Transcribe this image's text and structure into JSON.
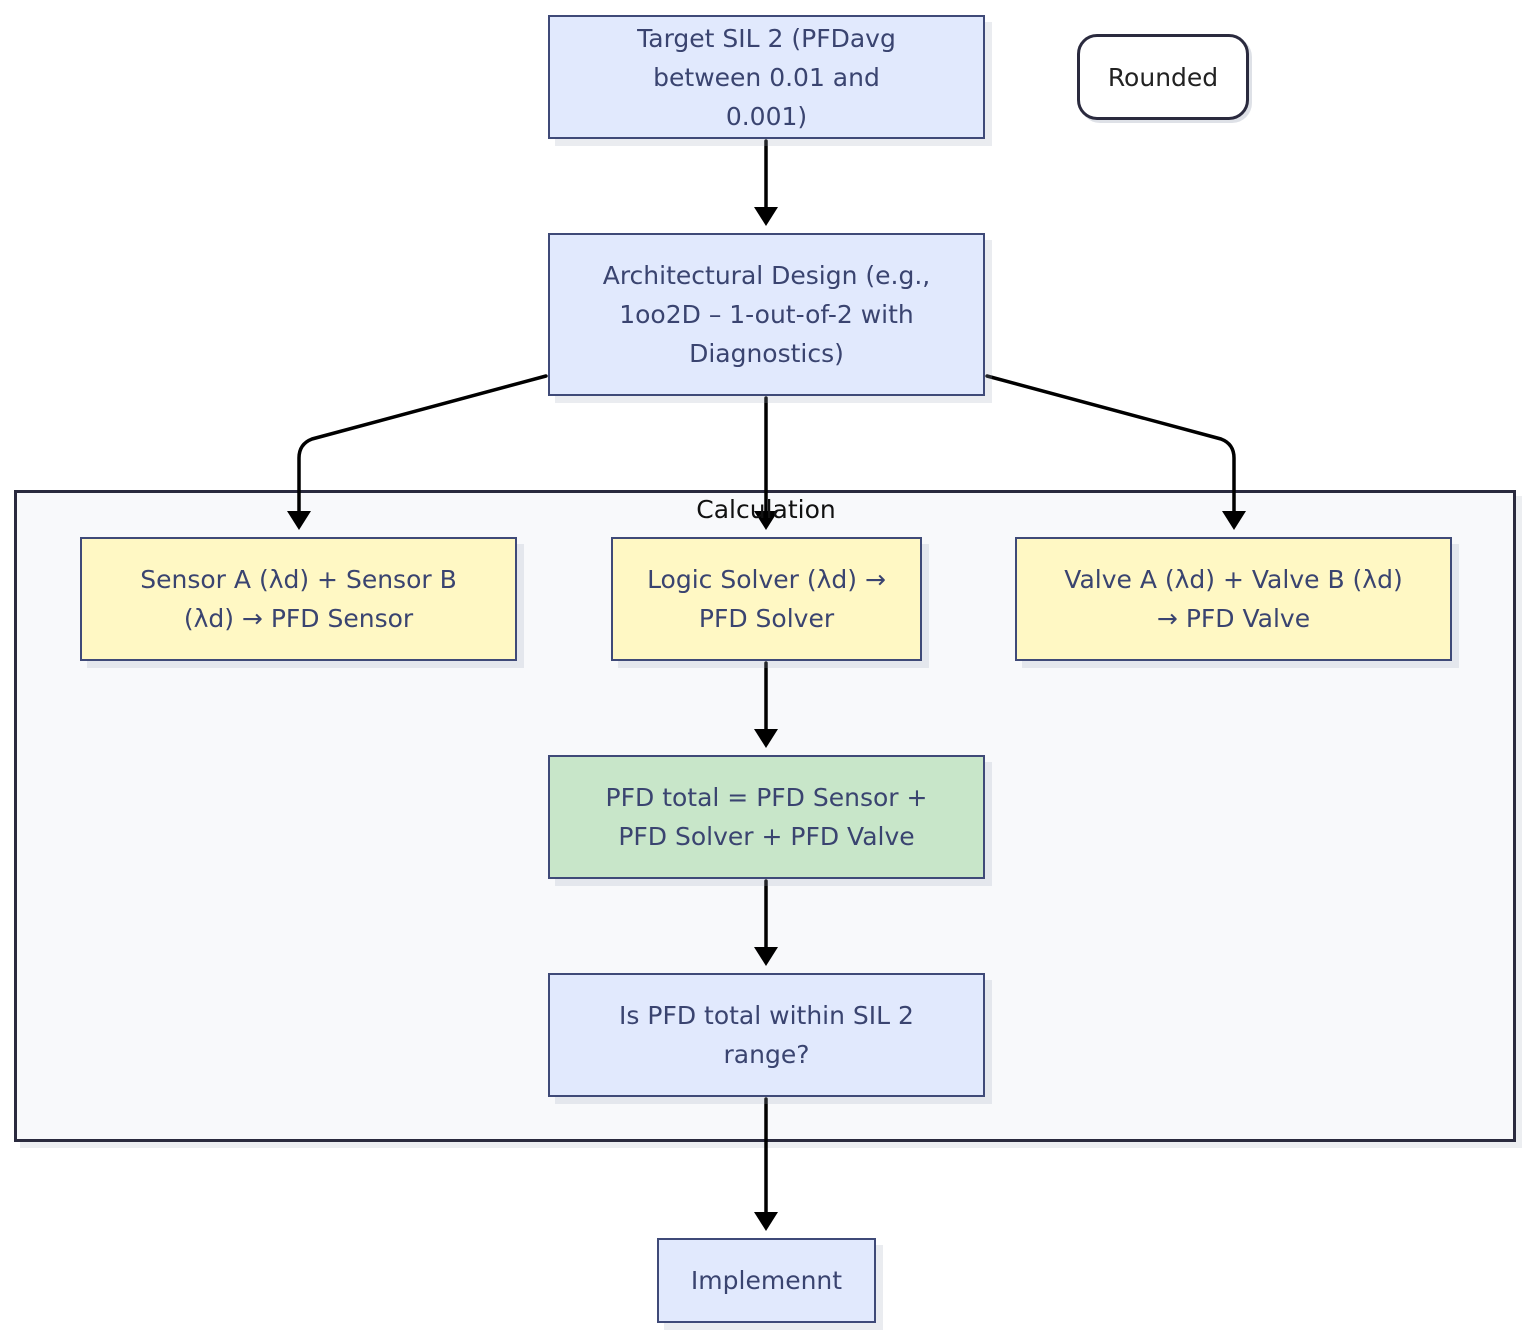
{
  "legend": {
    "label": "Rounded"
  },
  "cluster": {
    "label": "Calculation"
  },
  "nodes": {
    "target": {
      "label": "Target SIL 2 (PFDavg between 0.01 and 0.001)"
    },
    "architecture": {
      "label": "Architectural Design (e.g., 1oo2D – 1-out-of-2 with Diagnostics)"
    },
    "sensor": {
      "label": "Sensor A (λd) + Sensor B (λd) → PFD Sensor"
    },
    "solver": {
      "label": "Logic Solver (λd) → PFD Solver"
    },
    "valve": {
      "label": "Valve A (λd) + Valve B (λd) → PFD Valve"
    },
    "total": {
      "label": "PFD total = PFD Sensor + PFD Solver + PFD Valve"
    },
    "check": {
      "label": "Is PFD total within SIL 2 range?"
    },
    "implement": {
      "label": "Implemennt"
    }
  },
  "colors": {
    "process": "#e1e9fd",
    "calculation": "#fff8c4",
    "result": "#c8e6c9",
    "border": "#3f4a78",
    "edge": "#000000"
  }
}
